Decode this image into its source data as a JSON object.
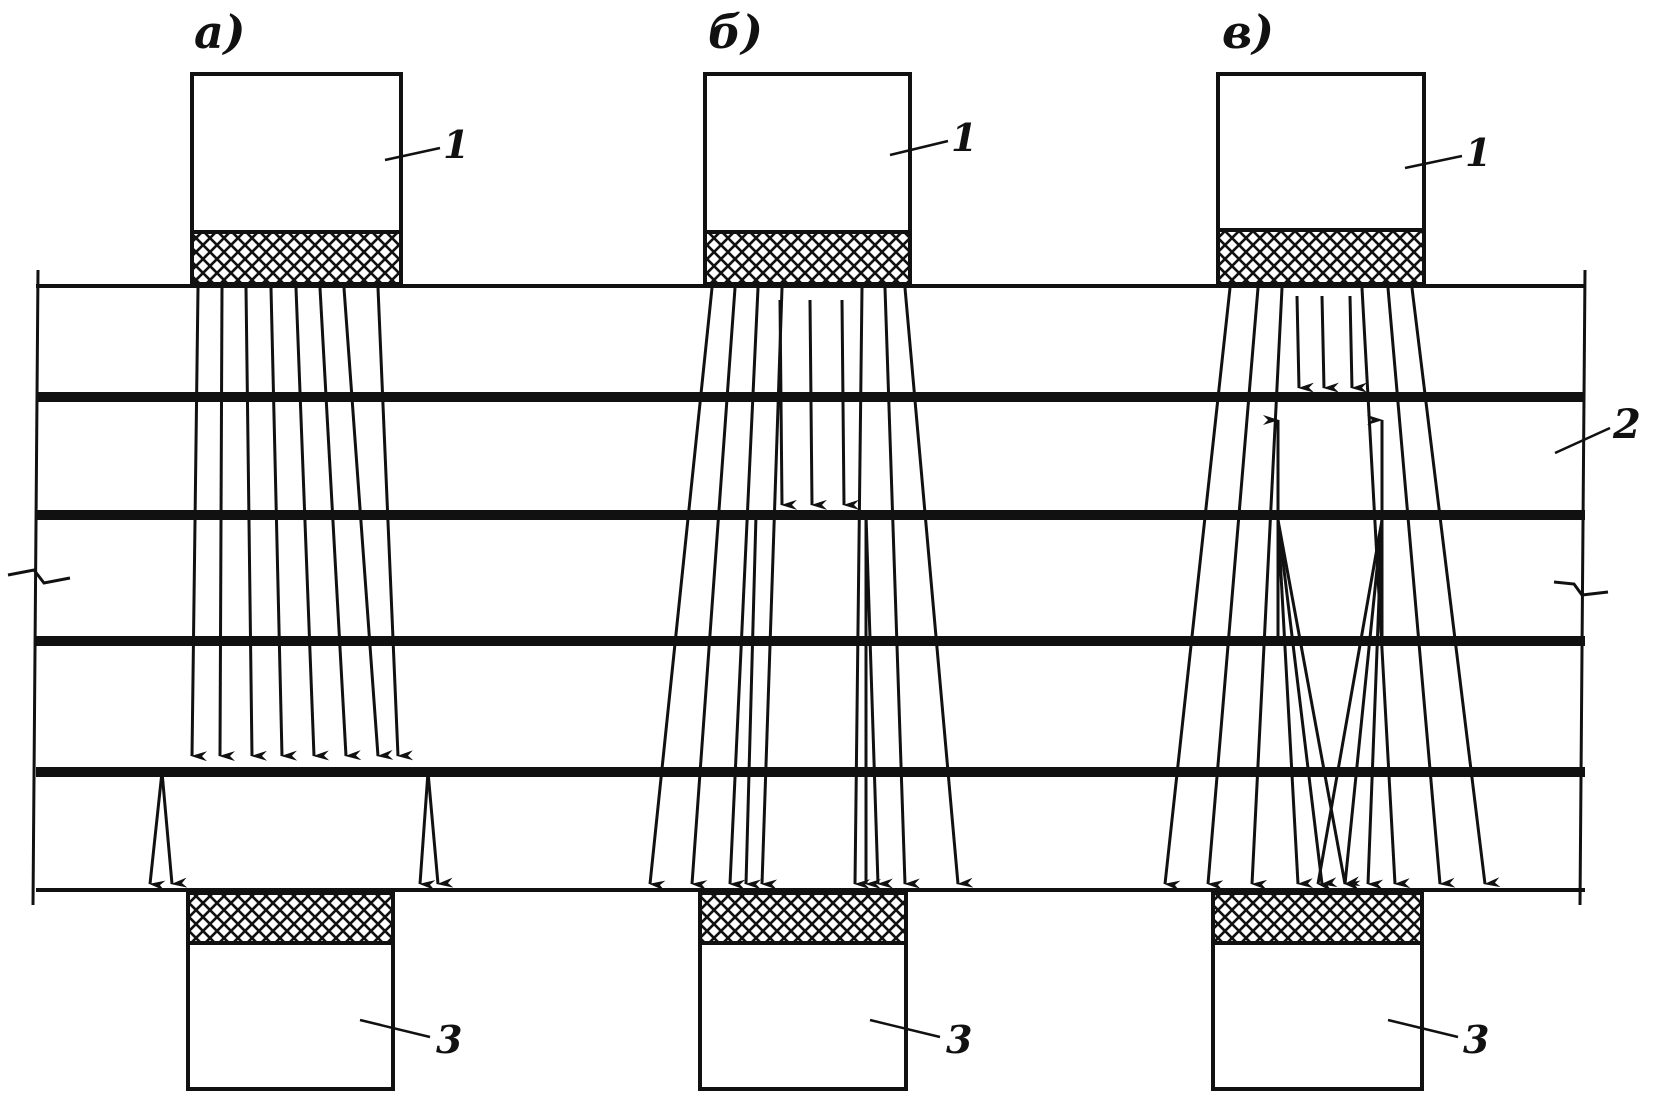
{
  "panels": [
    {
      "label": "a)",
      "transducer_top": "1",
      "transducer_bottom": "3",
      "pattern": "straight"
    },
    {
      "label": "б)",
      "transducer_top": "1",
      "transducer_bottom": "3",
      "pattern": "side-spread"
    },
    {
      "label": "в)",
      "transducer_top": "1",
      "transducer_bottom": "3",
      "pattern": "double-reflection"
    }
  ],
  "specimen_label": "2",
  "colors": {
    "ink": "#111111",
    "paper": "#ffffff"
  }
}
